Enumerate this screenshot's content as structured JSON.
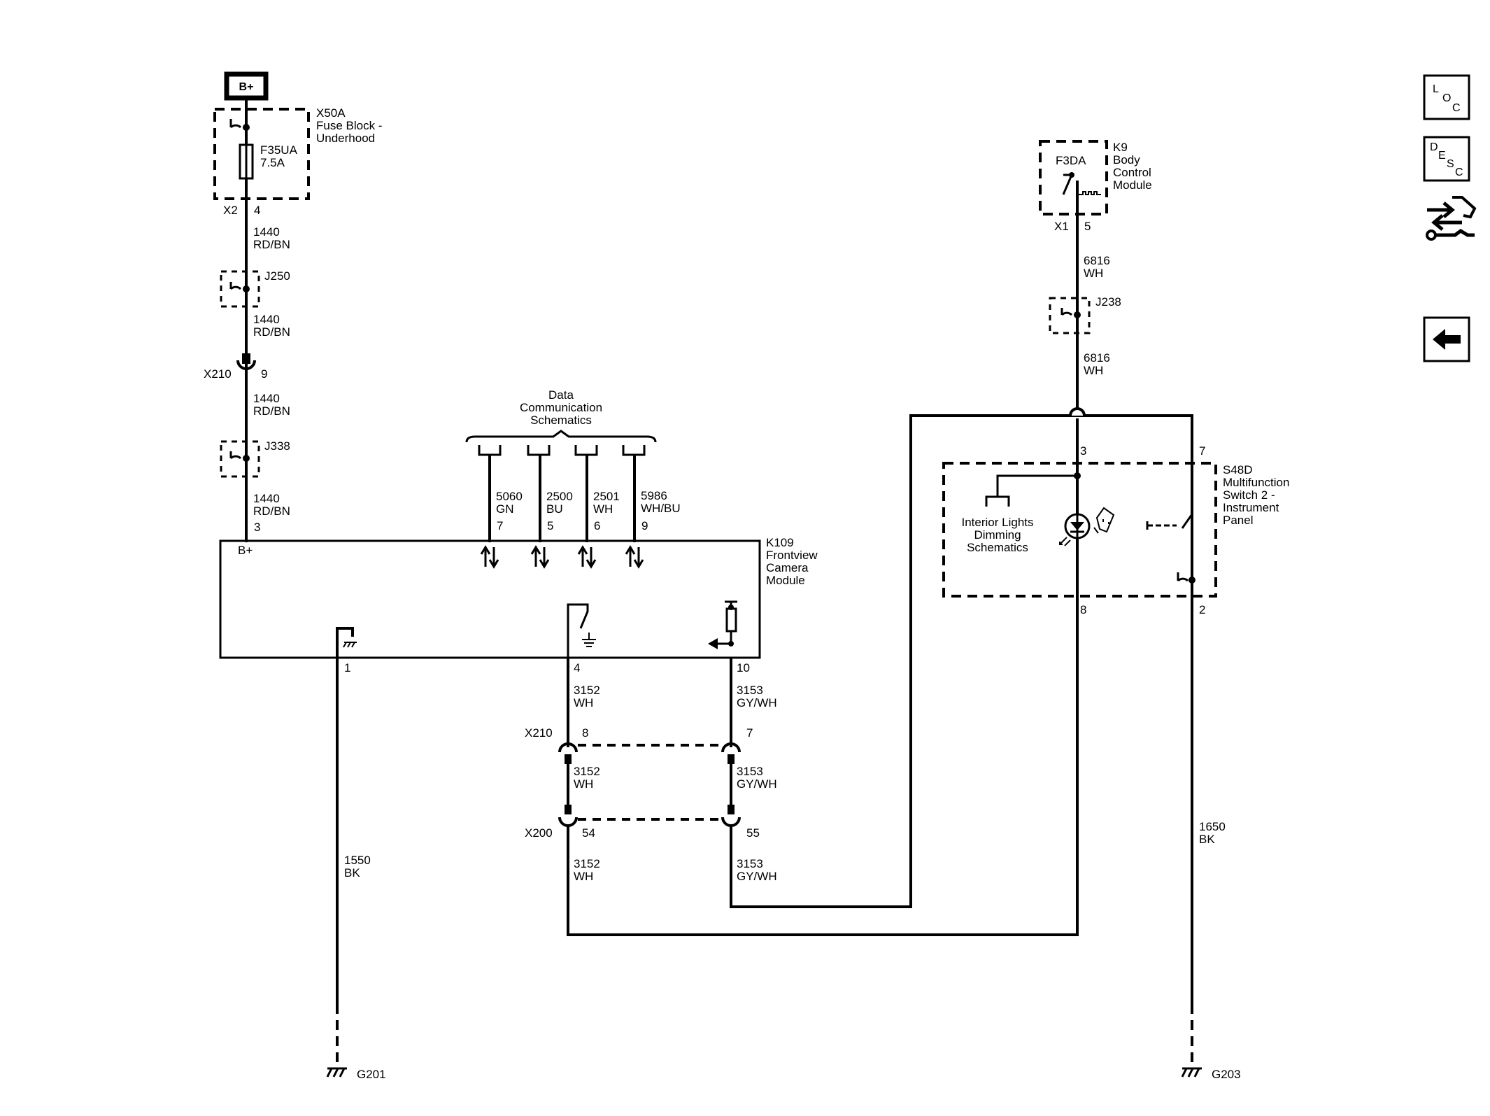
{
  "power": {
    "label": "B+"
  },
  "fuse_block": {
    "id": "X50A",
    "name_line1": "Fuse Block -",
    "name_line2": "Underhood",
    "fuse_id": "F35UA",
    "fuse_rating": "7.5A",
    "conn": "X2",
    "pin": "4"
  },
  "wires": {
    "w1440": {
      "circuit": "1440",
      "color": "RD/BN"
    },
    "w6816": {
      "circuit": "6816",
      "color": "WH"
    },
    "w5060": {
      "circuit": "5060",
      "color": "GN"
    },
    "w2500": {
      "circuit": "2500",
      "color": "BU"
    },
    "w2501": {
      "circuit": "2501",
      "color": "WH"
    },
    "w5986": {
      "circuit": "5986",
      "color": "WH/BU"
    },
    "w3152": {
      "circuit": "3152",
      "color": "WH"
    },
    "w3153": {
      "circuit": "3153",
      "color": "GY/WH"
    },
    "w1550": {
      "circuit": "1550",
      "color": "BK"
    },
    "w1650": {
      "circuit": "1650",
      "color": "BK"
    }
  },
  "splices": {
    "j250": "J250",
    "j338": "J338",
    "j238": "J238"
  },
  "connectors": {
    "x210": {
      "id": "X210",
      "pin_a": "9",
      "pin_b": "8",
      "pin_c": "7"
    },
    "x200": {
      "id": "X200",
      "pin_a": "54",
      "pin_b": "55"
    }
  },
  "data_comm": {
    "line1": "Data",
    "line2": "Communication",
    "line3": "Schematics"
  },
  "camera": {
    "id": "K109",
    "line1": "Frontview",
    "line2": "Camera",
    "line3": "Module",
    "bplus": "B+",
    "pin_bplus": "3",
    "pin_5060": "7",
    "pin_2500": "5",
    "pin_2501": "6",
    "pin_5986": "9",
    "pin_gnd": "1",
    "pin_3152": "4",
    "pin_3153": "10"
  },
  "bcm": {
    "id": "K9",
    "line1": "Body",
    "line2": "Control",
    "line3": "Module",
    "fuse": "F3DA",
    "conn": "X1",
    "pin": "5"
  },
  "switch": {
    "id": "S48D",
    "line1": "Multifunction",
    "line2": "Switch 2 -",
    "line3": "Instrument",
    "line4": "Panel",
    "pin3": "3",
    "pin7": "7",
    "pin8": "8",
    "pin2": "2",
    "ref_line1": "Interior Lights",
    "ref_line2": "Dimming",
    "ref_line3": "Schematics"
  },
  "grounds": {
    "g201": "G201",
    "g203": "G203"
  },
  "side_buttons": {
    "loc": {
      "l1": "L",
      "l2": "O",
      "l3": "C"
    },
    "desc": {
      "l1": "D",
      "l2": "E",
      "l3": "S",
      "l4": "C"
    }
  }
}
